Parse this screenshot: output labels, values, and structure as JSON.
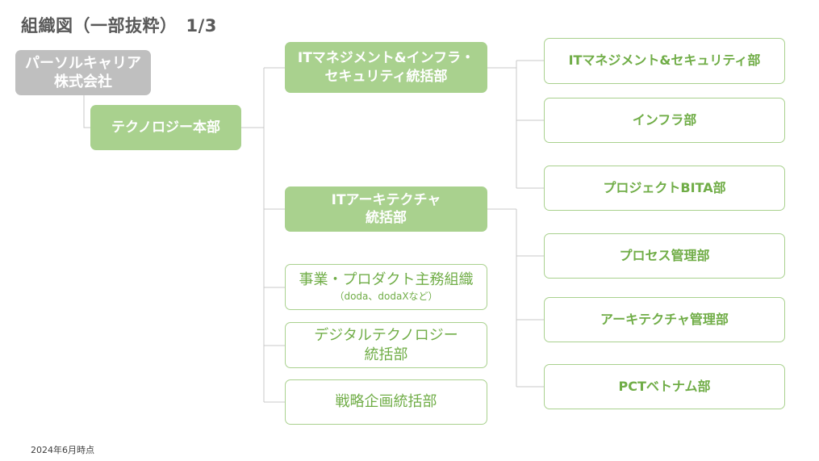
{
  "title": "組織図（一部抜粋）　1/3",
  "nodes": {
    "company": "パーソルキャリア\n株式会社",
    "tech_hq": "テクノロジー本部",
    "itm_infra_div": "ITマネジメント&インフラ・\nセキュリティ統括部",
    "it_arch_div": "ITアーキテクチャ\n統括部",
    "biz_product": {
      "main": "事業・プロダクト主務組織",
      "sub": "（doda、dodaXなど）"
    },
    "digital_tech_div": "デジタルテクノロジー\n統括部",
    "strategy_div": "戦略企画統括部",
    "itm_security_dept": "ITマネジメント&セキュリティ部",
    "infra_dept": "インフラ部",
    "project_bita_dept": "プロジェクトBITA部",
    "process_mgmt_dept": "プロセス管理部",
    "arch_mgmt_dept": "アーキテクチャ管理部",
    "pct_vietnam_dept": "PCTベトナム部"
  },
  "date_note": "2024年6月時点",
  "colors": {
    "title": "#595959",
    "gray_box": "#bfbfbf",
    "green_box": "#a9d18e",
    "green_text": "#70ad47",
    "connector": "#c8c8c8"
  }
}
